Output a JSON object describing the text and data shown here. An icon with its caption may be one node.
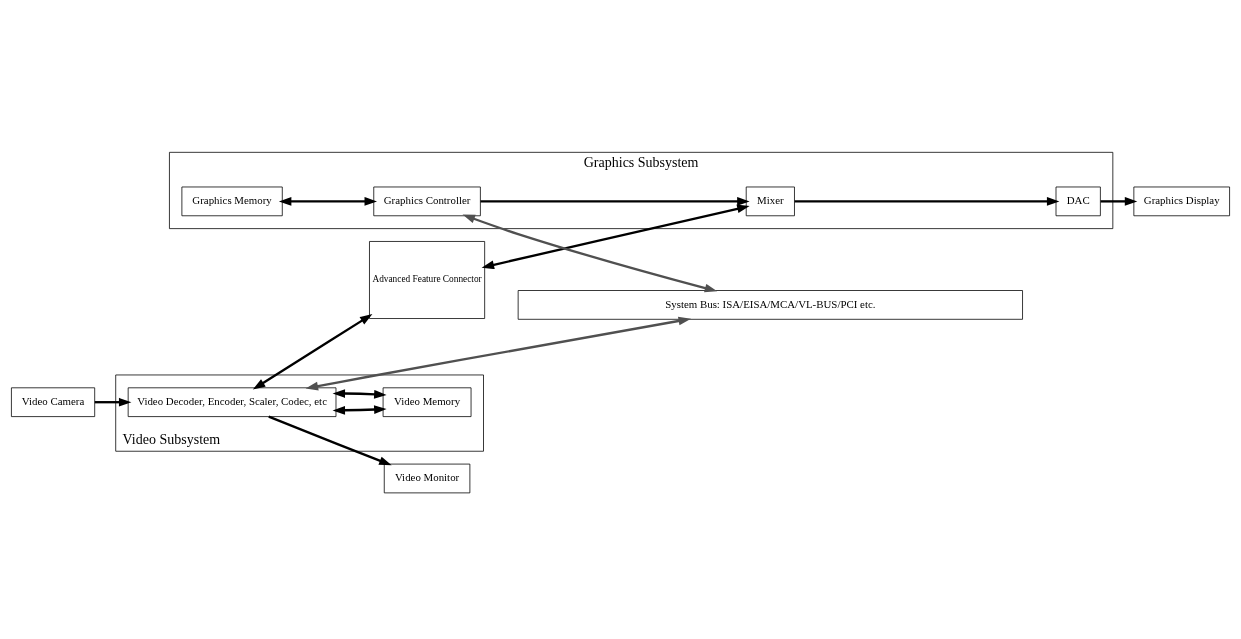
{
  "diagram": {
    "nodes": [
      {
        "text": [
          "Video Subsystem"
        ]
      },
      {
        "text": [
          "Video Decoder, Encoder, Scaler, Codec, etc"
        ],
        "in": 0
      },
      {
        "text": [
          "Video Memory"
        ],
        "in": 0
      },
      {
        "text": [
          "Video Camera"
        ]
      },
      {
        "text": [
          "Video Monitor"
        ]
      },
      {
        "text": [
          "Advanced Feature Connector"
        ]
      },
      {
        "text": [
          "Graphics Subsystem"
        ]
      },
      {
        "text": [
          "DAC"
        ],
        "in": 6
      },
      {
        "text": [
          "Mixer"
        ],
        "in": 6
      },
      {
        "text": [
          "Graphics Controller"
        ],
        "in": 6
      },
      {
        "text": [
          "Graphics Memory"
        ],
        "in": 6
      },
      {
        "text": [
          "Graphics Display"
        ]
      },
      {
        "text": [
          "System Bus: ISA/EISA/MCA/VL-BUS/PCI etc."
        ]
      }
    ],
    "edges": [
      {
        "from": 3,
        "to": 1,
        "arrow": "to"
      },
      {
        "from": 1,
        "to": 4,
        "arrow": "to"
      },
      {
        "from": 1,
        "to": 2,
        "arrow": "both"
      },
      {
        "from": 1,
        "to": 2,
        "arrow": "both"
      },
      {
        "from": 1,
        "to": 5,
        "arrow": "both"
      },
      {
        "from": 5,
        "to": 8,
        "arrow": "both"
      },
      {
        "from": 8,
        "to": 7,
        "arrow": "to"
      },
      {
        "from": 7,
        "to": 11,
        "arrow": "to"
      },
      {
        "from": 9,
        "to": 8,
        "arrow": "to"
      },
      {
        "from": 10,
        "to": 9,
        "arrow": "both"
      },
      {
        "from": 1,
        "to": 12,
        "arrow": "both",
        "color": "#505050"
      },
      {
        "from": 9,
        "to": 12,
        "arrow": "both",
        "color": "#505050"
      }
    ]
  }
}
